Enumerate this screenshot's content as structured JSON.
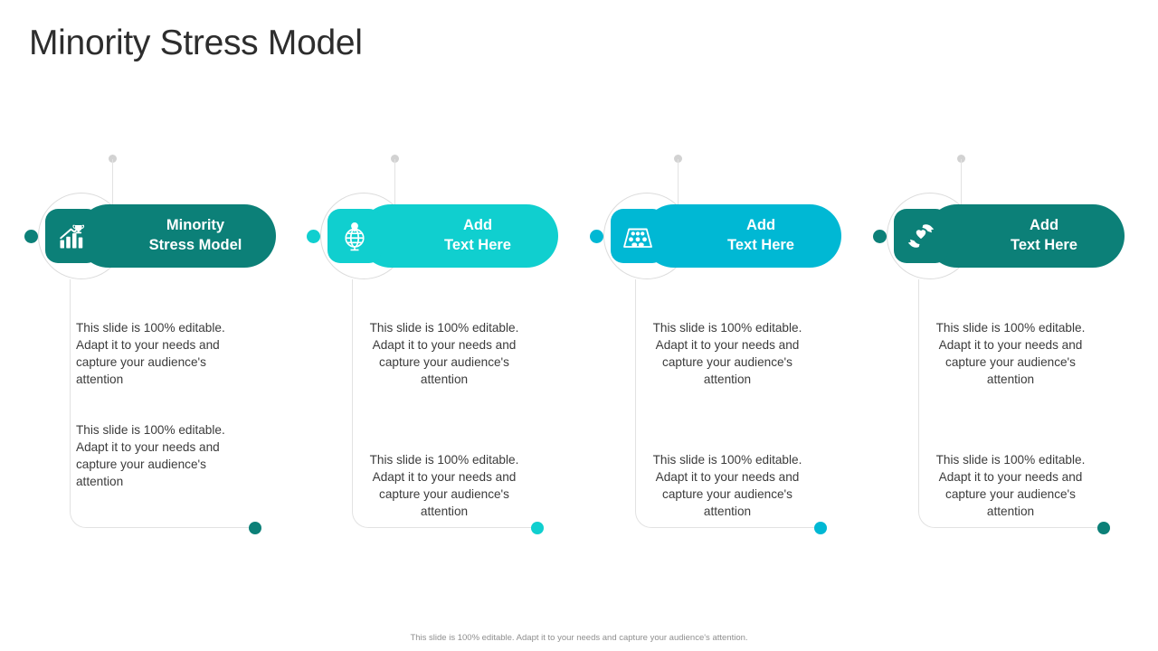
{
  "slide": {
    "title": "Minority Stress Model",
    "footer_note": "This slide is 100% editable. Adapt it to your needs and capture your audience's attention.",
    "background_color": "#ffffff",
    "title_color": "#2d2d2d"
  },
  "palette": {
    "teal_dark": "#0c8078",
    "cyan_bright": "#10cfcf",
    "cyan_blue": "#00b8d4",
    "connector_gray": "#e2e2e2",
    "ring_gray": "#dcdcdc",
    "top_dot_gray": "#d2d2d2",
    "body_text": "#3b3b3b",
    "footer_text": "#8f8f8f"
  },
  "columns": [
    {
      "id": "column-1",
      "icon": "bar-chart-trophy-icon",
      "heading": "Minority\nStress Model",
      "accent_color": "#0c8078",
      "text_align": "left",
      "paragraphs": [
        "This slide is 100% editable. Adapt it to your needs and capture your audience's attention",
        "This slide is 100% editable. Adapt it to your needs and capture your audience's attention"
      ]
    },
    {
      "id": "column-2",
      "icon": "globe-location-pin-icon",
      "heading": "Add\nText Here",
      "accent_color": "#10cfcf",
      "text_align": "center",
      "paragraphs": [
        "This slide is 100% editable. Adapt it to your needs and capture your audience's attention",
        "This slide is 100% editable. Adapt it to your needs and capture your audience's attention"
      ]
    },
    {
      "id": "column-3",
      "icon": "audience-group-icon",
      "heading": "Add\nText Here",
      "accent_color": "#00b8d4",
      "text_align": "center",
      "paragraphs": [
        "This slide is 100% editable. Adapt it to your needs and capture your audience's attention",
        "This slide is 100% editable. Adapt it to your needs and capture your audience's attention"
      ]
    },
    {
      "id": "column-4",
      "icon": "caring-hands-icon",
      "heading": "Add\nText Here",
      "accent_color": "#0c8078",
      "text_align": "center",
      "paragraphs": [
        "This slide is 100% editable. Adapt it to your needs and capture your audience's attention",
        "This slide is 100% editable. Adapt it to your needs and capture your audience's attention"
      ]
    }
  ]
}
